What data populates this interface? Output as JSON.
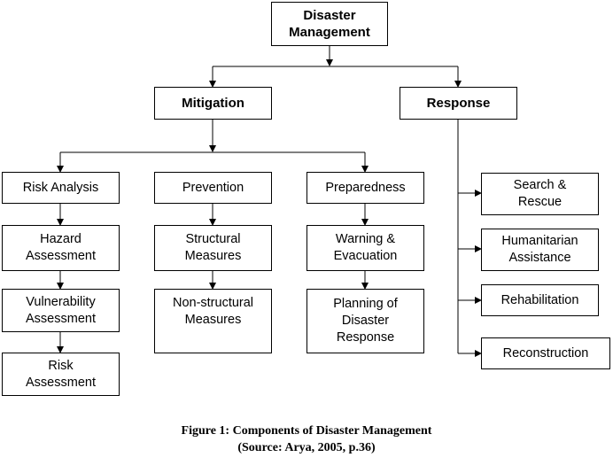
{
  "nodes": {
    "root": "Disaster\nManagement",
    "mitigation": "Mitigation",
    "response": "Response",
    "risk_analysis": "Risk Analysis",
    "prevention": "Prevention",
    "preparedness": "Preparedness",
    "hazard_assessment": "Hazard\nAssessment",
    "vulnerability_assessment": "Vulnerability\nAssessment",
    "risk_assessment": "Risk\nAssessment",
    "structural_measures": "Structural\nMeasures",
    "non_structural_measures": "Non-structural\nMeasures",
    "warning_evacuation": "Warning &\nEvacuation",
    "planning_response": "Planning of\nDisaster\nResponse",
    "search_rescue": "Search &\nRescue",
    "humanitarian_assistance": "Humanitarian\nAssistance",
    "rehabilitation": "Rehabilitation",
    "reconstruction": "Reconstruction"
  },
  "caption": {
    "line1": "Figure 1: Components of Disaster Management",
    "line2": "(Source: Arya, 2005, p.36)"
  }
}
